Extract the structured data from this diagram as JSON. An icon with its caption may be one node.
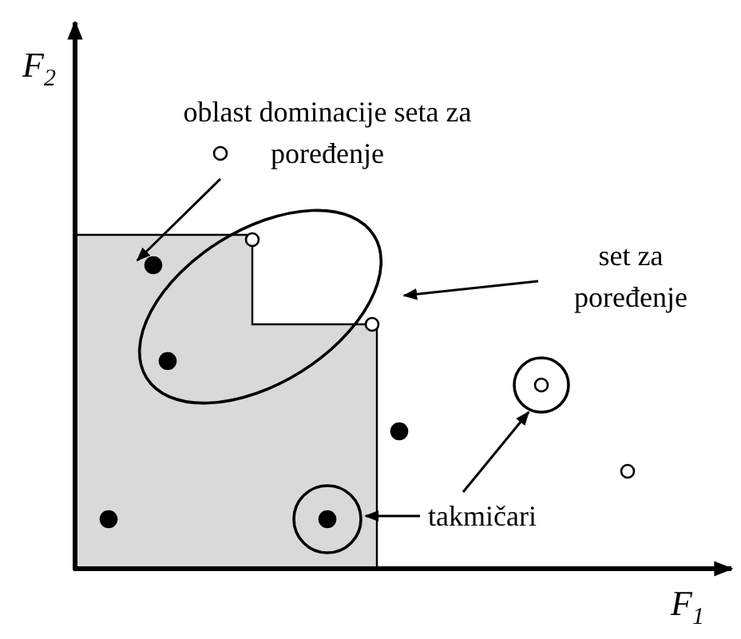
{
  "diagram": {
    "nodes": [
      {
        "text": [
          "oblast dominacije seta za poređenje"
        ]
      },
      {
        "text": [],
        "shape": "box"
      },
      {
        "text": [
          "set za poređenje"
        ]
      },
      {
        "text": [],
        "shape": "ellipse"
      },
      {
        "text": [
          "takmičari"
        ]
      },
      {
        "text": [],
        "shape": "circle",
        "in": 1
      },
      {
        "text": [],
        "shape": "circle"
      }
    ],
    "edges": [
      {
        "from": 0,
        "to": 1,
        "arrow": "to"
      },
      {
        "from": 2,
        "to": 3,
        "arrow": "to"
      },
      {
        "from": 4,
        "to": 5,
        "arrow": "to"
      },
      {
        "from": 4,
        "to": 6,
        "arrow": "to"
      }
    ],
    "labels": [
      "F$_{2}$",
      "F$_{1}$"
    ]
  }
}
